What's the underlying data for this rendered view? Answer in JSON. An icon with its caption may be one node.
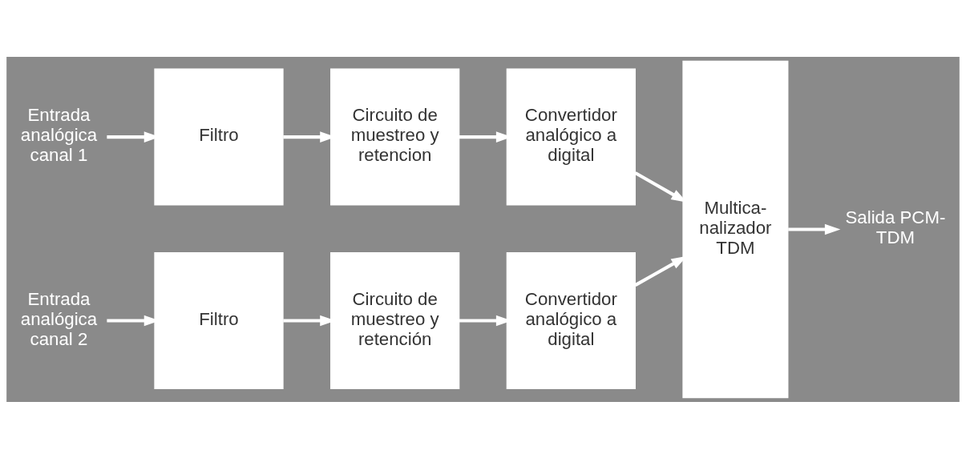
{
  "diagram": {
    "nodes": [
      {
        "text": [
          "Entrada analógica canal 1"
        ]
      },
      {
        "text": [
          "Filtro"
        ]
      },
      {
        "text": [
          "Circuito de muestreo y retencion"
        ]
      },
      {
        "text": [
          "Convertidor analógico a digital"
        ]
      },
      {
        "text": [
          "Entrada analógica canal 2"
        ]
      },
      {
        "text": [
          "Filtro"
        ]
      },
      {
        "text": [
          "Circuito de muestreo y retención"
        ]
      },
      {
        "text": [
          "Convertidor analógico a digital"
        ]
      },
      {
        "text": [
          "Multica- nalizador TDM"
        ]
      },
      {
        "text": [
          "Salida PCM-TDM"
        ]
      }
    ],
    "edges": [
      {
        "from": 0,
        "to": 1,
        "arrow": "to"
      },
      {
        "from": 1,
        "to": 2,
        "arrow": "to"
      },
      {
        "from": 2,
        "to": 3,
        "arrow": "to"
      },
      {
        "from": 3,
        "to": 8,
        "arrow": "to"
      },
      {
        "from": 4,
        "to": 5,
        "arrow": "to"
      },
      {
        "from": 5,
        "to": 6,
        "arrow": "to"
      },
      {
        "from": 6,
        "to": 7,
        "arrow": "to"
      },
      {
        "from": 7,
        "to": 8,
        "arrow": "to"
      },
      {
        "from": 8,
        "to": 9,
        "arrow": "to"
      }
    ]
  }
}
